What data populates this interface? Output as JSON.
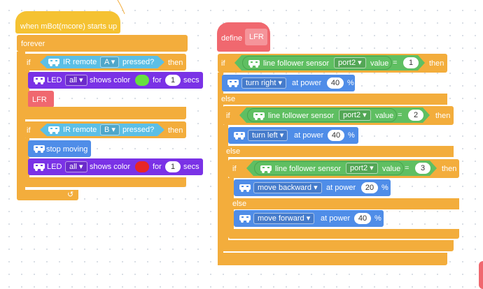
{
  "script1": {
    "hat": "when mBot(mcore) starts up",
    "forever": "forever",
    "if1": {
      "if": "if",
      "then": "then",
      "ir_label": "IR remote",
      "ir_key": "A ▾",
      "pressed": "pressed?",
      "led": {
        "label": "LED",
        "pos": "all ▾",
        "shows": "shows color",
        "color": "#66e03f",
        "for": "for",
        "secs_val": "1",
        "secs": "secs"
      },
      "call": "LFR"
    },
    "if2": {
      "if": "if",
      "then": "then",
      "ir_label": "IR remote",
      "ir_key": "B ▾",
      "pressed": "pressed?",
      "stop": "stop moving",
      "led": {
        "label": "LED",
        "pos": "all ▾",
        "shows": "shows color",
        "color": "#e82626",
        "for": "for",
        "secs_val": "1",
        "secs": "secs"
      }
    },
    "loop_arrow": "↺"
  },
  "script2": {
    "define": "define",
    "name": "LFR",
    "if1": {
      "if": "if",
      "then": "then",
      "sensor": "line follower sensor",
      "port": "port2 ▾",
      "value": "value",
      "eq": "=",
      "num": "1",
      "action": "turn right ▾",
      "at_power": "at power",
      "power": "40",
      "pct": "%"
    },
    "else1": "else",
    "if2": {
      "if": "if",
      "then": "then",
      "sensor": "line follower sensor",
      "port": "port2 ▾",
      "value": "value",
      "eq": "=",
      "num": "2",
      "action": "turn left ▾",
      "at_power": "at power",
      "power": "40",
      "pct": "%"
    },
    "else2": "else",
    "if3": {
      "if": "if",
      "then": "then",
      "sensor": "line follower sensor",
      "port": "port2 ▾",
      "value": "value",
      "eq": "=",
      "num": "3",
      "action": "move backward ▾",
      "at_power": "at power",
      "power": "20",
      "pct": "%"
    },
    "else3": "else",
    "forward": {
      "action": "move forward ▾",
      "at_power": "at power",
      "power": "40",
      "pct": "%"
    }
  },
  "colors": {
    "event": "#f5c232",
    "control": "#f3ad3c",
    "motion": "#4f8de8",
    "led": "#7a32e6",
    "sensor": "#5fbf62",
    "ir": "#5bbfe6",
    "function": "#f0686f"
  },
  "icons": [
    "mbot-icon",
    "loop-arrow-icon"
  ]
}
